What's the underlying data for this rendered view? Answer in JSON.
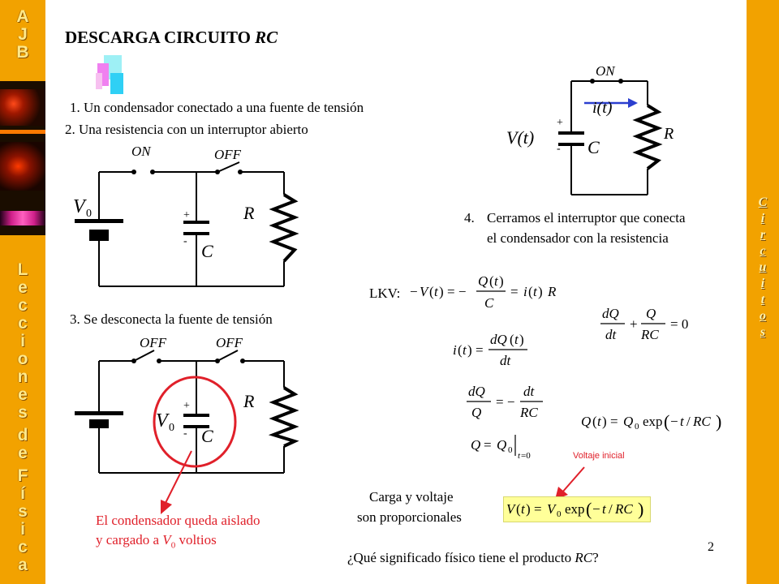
{
  "sidebar": {
    "logo_letters": [
      "A",
      "J",
      "B"
    ],
    "vertical_letters": [
      "L",
      "e",
      "c",
      "c",
      "i",
      "o",
      "n",
      "e",
      "s",
      " ",
      "d",
      "e",
      " ",
      "F",
      "í",
      "s",
      "i",
      "c",
      "a"
    ]
  },
  "right_sidebar": {
    "vertical_letters": [
      "C",
      "i",
      "r",
      "c",
      "u",
      "i",
      "t",
      "o",
      "s"
    ]
  },
  "title": {
    "text": "DESCARGA CIRCUITO",
    "italic": "RC"
  },
  "steps": {
    "s1": "1. Un condensador conectado a una fuente de tensión",
    "s2": "2. Una resistencia con un interruptor abierto",
    "s3": "3. Se desconecta la fuente de tensión",
    "s4_num": "4.",
    "s4_line1": "Cerramos el interruptor que conecta",
    "s4_line2": "el condensador con la resistencia"
  },
  "circuit_labels": {
    "on": "ON",
    "off": "OFF",
    "v0": "V",
    "v0_sub": "0",
    "r": "R",
    "c": "C",
    "plus": "+",
    "minus": "-",
    "vt": "V(t)",
    "it": "i(t)"
  },
  "equations": {
    "lkv_label": "LKV:"
  },
  "notes": {
    "isolated_line1": "El condensador queda aislado",
    "isolated_line2_prefix": "y cargado a",
    "isolated_line2_var": "V",
    "isolated_line2_sub": "0",
    "isolated_line2_suffix": "voltios",
    "voltaje_inicial": "Voltaje inicial",
    "carga_line1": "Carga y voltaje",
    "carga_line2": "son proporcionales",
    "question_prefix": "¿Qué significado físico tiene el producto",
    "question_var": "RC",
    "question_suffix": "?"
  },
  "page_number": "2",
  "colors": {
    "sidebar": "#f2a200",
    "accent_red": "#e0202a",
    "arrow_blue": "#2b3fcf",
    "highlight": "#ffff99"
  }
}
